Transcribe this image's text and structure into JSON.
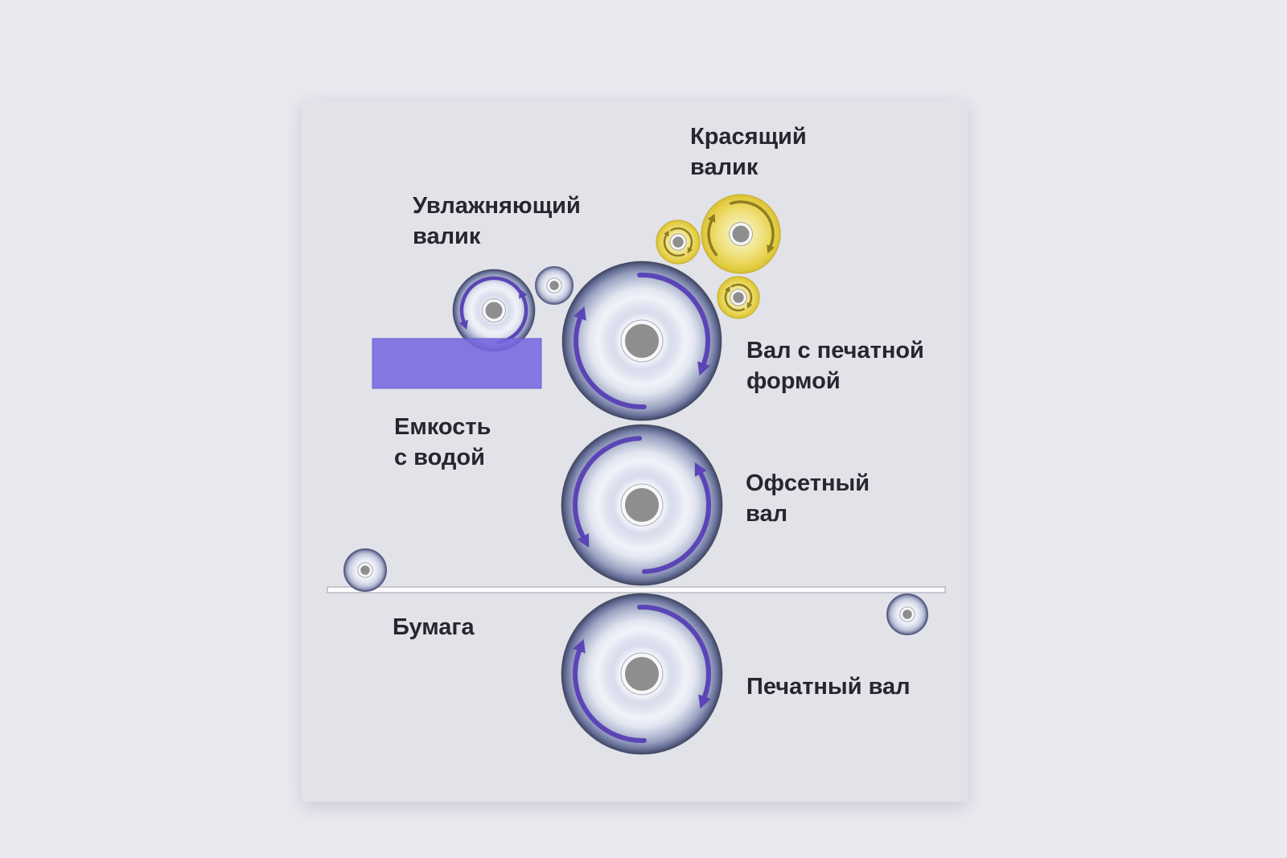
{
  "labels": {
    "inking_roller": "Красящий\nвалик",
    "dampening_roller": "Увлажняющий\nвалик",
    "plate_cylinder": "Вал с печатной\nформой",
    "water_container": "Емкость\nс водой",
    "offset_cylinder": "Офсетный\nвал",
    "paper": "Бумага",
    "impression_cylinder": "Печатный вал"
  },
  "colors": {
    "page_background": "#e9e9ef",
    "panel_background": "#e2e2e9",
    "label_text": "#26262e",
    "water_container_fill": "#8377e0",
    "roller_rim_blue": "#3f4660",
    "roller_fill_light": "#f1f3f9",
    "inking_roller_yellow": "#ead65a",
    "rotation_arrow_purple": "#5b45b6",
    "rotation_arrow_olive": "#8d7d22",
    "hub_gray": "#8e8e8e",
    "paper_fill": "#fcfcfe"
  }
}
